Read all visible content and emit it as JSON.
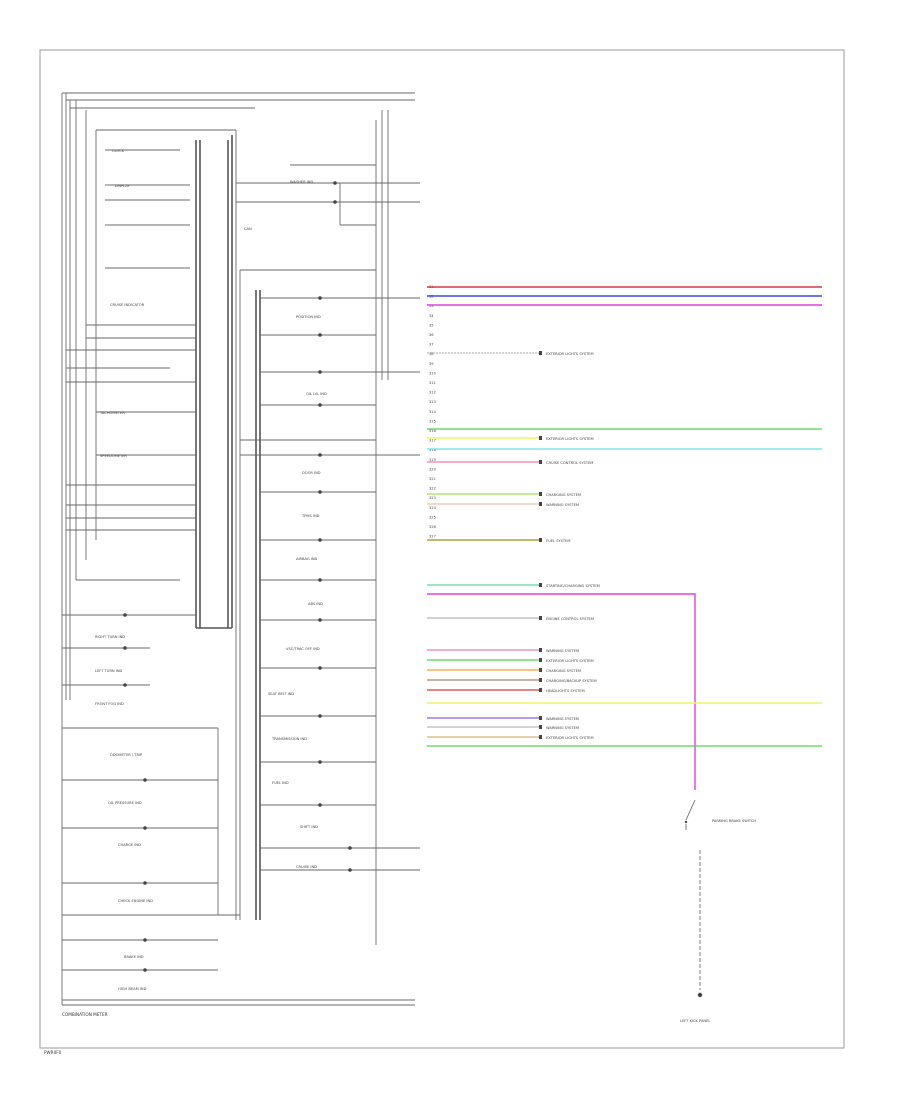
{
  "diagram": {
    "footer_left": "COMBINATION METER",
    "page_code": "PWR0F0",
    "meter_labels": [
      "CLOCK",
      "DISPLAY",
      "CRUISE INDICATOR",
      "TACHOMETER",
      "SPEEDOMETER",
      "RIGHT TURN IND",
      "LEFT TURN IND",
      "FRONT FOG IND",
      "ODOMETER / TRIP",
      "OIL PRESSURE IND",
      "CHARGE IND",
      "CHECK ENGINE IND",
      "BRAKE IND",
      "HIGH BEAM IND"
    ],
    "center_labels": [
      "CAN",
      "POSITION IND",
      "OIL LVL IND",
      "DOOR IND",
      "TPMS IND",
      "AIRBAG IND",
      "ABS IND",
      "VSC/TRAC OFF IND",
      "SEAT BELT IND",
      "TRANSMISSION IND",
      "FUEL IND",
      "SHIFT IND",
      "CRUISE IND",
      "WASHER IND"
    ],
    "connector_pins": [
      "31",
      "32",
      "33",
      "34",
      "35",
      "36",
      "37",
      "38",
      "39",
      "310",
      "311",
      "312",
      "313",
      "314",
      "315",
      "316",
      "317",
      "318",
      "319",
      "320",
      "321",
      "322",
      "323",
      "324",
      "325",
      "326",
      "327"
    ],
    "right_labels": [
      "EXTERIOR LIGHTS SYSTEM",
      "EXTERIOR LIGHTS SYSTEM",
      "CRUISE CONTROL SYSTEM",
      "CHARGING SYSTEM",
      "WARNING SYSTEM",
      "FUEL SYSTEM",
      "STARTING/CHARGING SYSTEM",
      "ENGINE CONTROL SYSTEM",
      "WARNING SYSTEM",
      "EXTERIOR LIGHTS SYSTEM",
      "CHARGING SYSTEM",
      "CHARGING/BACKUP SYSTEM",
      "HEADLIGHTS SYSTEM",
      "WARNING SYSTEM",
      "WARNING SYSTEM",
      "EXTERIOR LIGHTS SYSTEM"
    ],
    "switch_label": "PARKING BRAKE SWITCH",
    "ground_label": "LEFT KICK PANEL"
  },
  "colors": {
    "red": "#d63a3a",
    "blue": "#3a4fd6",
    "magenta": "#e040e0",
    "green": "#52d452",
    "yellow": "#f2f26a",
    "cyan": "#66e0e0",
    "pink": "#f07ab0",
    "olive": "#b0a040",
    "orange": "#f0a040",
    "lime": "#a0e060",
    "brown": "#b08060",
    "purple": "#9060d0"
  }
}
